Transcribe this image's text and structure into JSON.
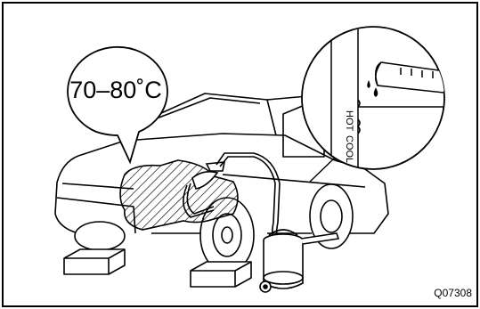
{
  "figure": {
    "temperature_label": "70–80˚C",
    "gauge_hot_label": "HOT",
    "gauge_cool_label": "COOL",
    "figure_code": "Q07308"
  }
}
